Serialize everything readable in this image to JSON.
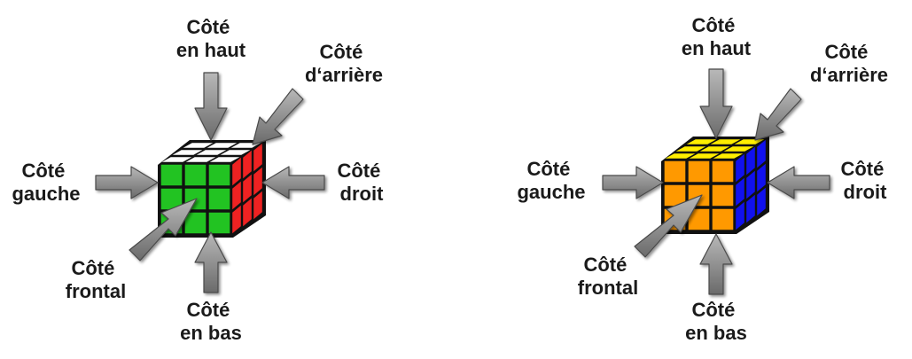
{
  "diagrams": [
    {
      "cube_colors": {
        "top": "#ffffff",
        "front": "#22c322",
        "right": "#ee2222",
        "grid": "#111111"
      },
      "labels": {
        "top": [
          "Côté",
          "en haut"
        ],
        "back": [
          "Côté",
          "d‘arrière"
        ],
        "left": [
          "Côté",
          "gauche"
        ],
        "right": [
          "Côté",
          "droit"
        ],
        "front": [
          "Côté",
          "frontal"
        ],
        "bottom": [
          "Côté",
          "en bas"
        ]
      }
    },
    {
      "cube_colors": {
        "top": "#ffee00",
        "front": "#ff9900",
        "right": "#1111ee",
        "grid": "#111111"
      },
      "labels": {
        "top": [
          "Côté",
          "en haut"
        ],
        "back": [
          "Côté",
          "d‘arrière"
        ],
        "left": [
          "Côté",
          "gauche"
        ],
        "right": [
          "Côté",
          "droit"
        ],
        "front": [
          "Côté",
          "frontal"
        ],
        "bottom": [
          "Côté",
          "en bas"
        ]
      }
    }
  ],
  "arrow_colors": {
    "fill_light": "#b8b8b8",
    "fill_dark": "#6a6a6a",
    "outline": "#4a4a4a"
  }
}
